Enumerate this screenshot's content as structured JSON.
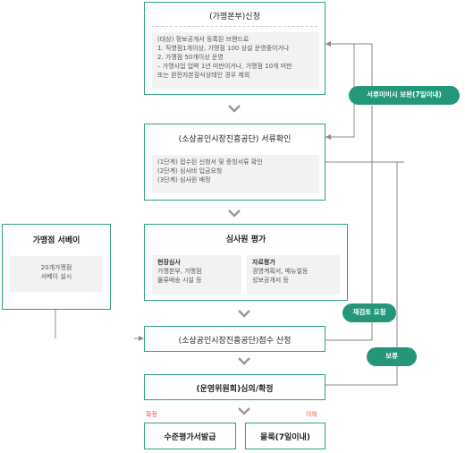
{
  "box1": {
    "title": "(가맹본부)신청",
    "lines": [
      "(대상) 정보공개서 등록된 브랜드로",
      "1. 직영점1개이상, 가맹점 100 상설 운영중이거나",
      "2. 가맹점 50개이상 운영",
      "  – 가맹사업 업력 1년 미만이거나, 가맹점 10개 미만",
      "    또는 완전자본잠식상태인 경우 제외"
    ]
  },
  "box2": {
    "title": "(소상공인시장진흥공단) 서류확인",
    "lines": [
      "(1단계) 접수된 신청서 및 증빙서류 확인",
      "(2단계) 심사비 입금요청",
      "(3단계) 심사원 배정"
    ]
  },
  "box3": {
    "title": "심사원 평가",
    "left_title": "현장심사",
    "left_lines": [
      "가맹본부, 가맹점",
      "물류배송 시설 등"
    ],
    "right_title": "자료평가",
    "right_lines": [
      "경영계획서, 메뉴얼등",
      "성보공개서 등"
    ]
  },
  "side_box": {
    "title": "가맹점 서베이",
    "lines": [
      "20개가맹점",
      "서베이 실시"
    ]
  },
  "box4": {
    "title": "(소상공인시장진흥공단)점수 산정"
  },
  "box5": {
    "title": "(운영위원회)심의/확정"
  },
  "box6": {
    "title": "수준평가서발급"
  },
  "box7": {
    "title": "몰룩(7일이내)"
  },
  "pills": {
    "doc_return": "서류미비시 보완(7일이내)",
    "resubmit": "재검토 요청",
    "hold": "보류"
  },
  "labels": {
    "confirm": "확정",
    "objection": "이의"
  },
  "colors": {
    "accent": "#2fa27d",
    "pill": "#24977a",
    "label": "#d9532c"
  }
}
